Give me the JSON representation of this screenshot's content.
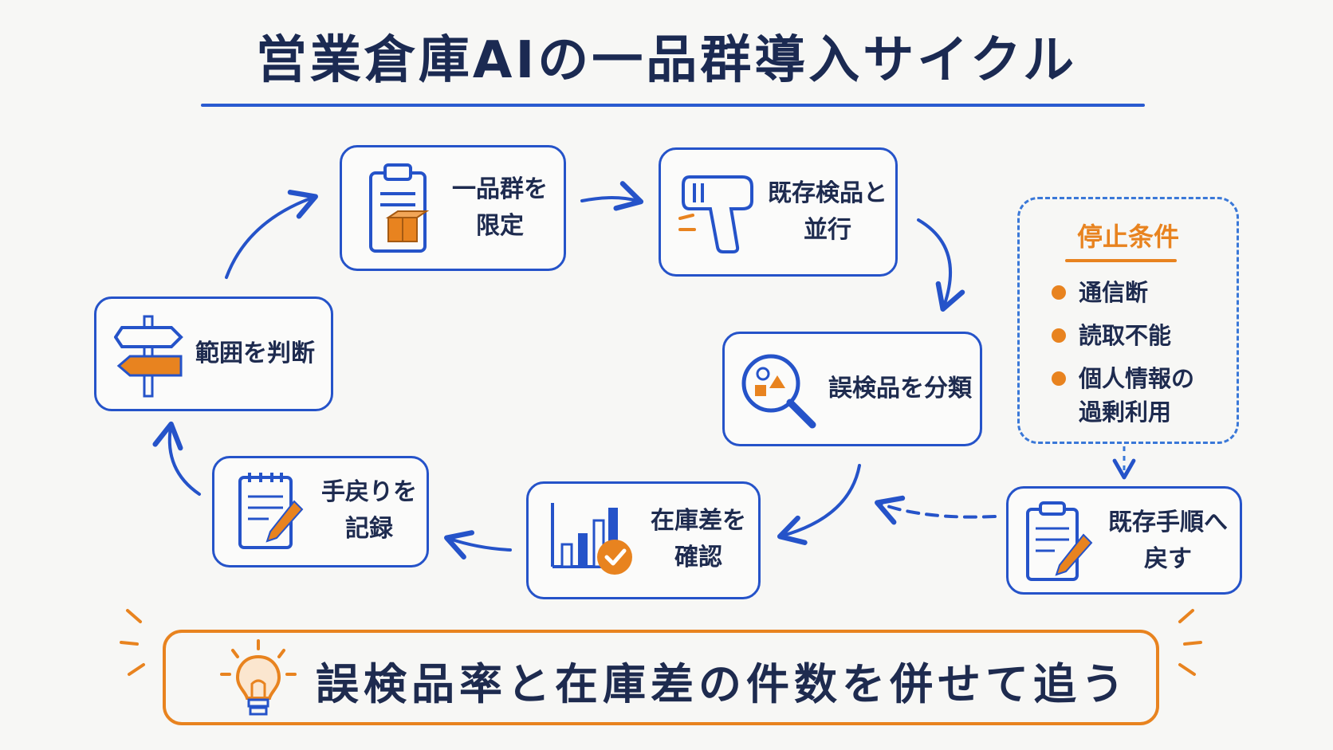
{
  "title": "営業倉庫AIの一品群導入サイクル",
  "colors": {
    "blue": "#2553c9",
    "orange": "#e8831f",
    "text": "#1e2b4f"
  },
  "steps": [
    {
      "icon": "clipboard-box-icon",
      "line1": "一品群を",
      "line2": "限定"
    },
    {
      "icon": "barcode-scanner-icon",
      "line1": "既存検品と",
      "line2": "並行"
    },
    {
      "icon": "magnifier-shapes-icon",
      "line1": "誤検品を分類",
      "line2": ""
    },
    {
      "icon": "bar-chart-check-icon",
      "line1": "在庫差を",
      "line2": "確認"
    },
    {
      "icon": "notepad-pencil-icon",
      "line1": "手戻りを",
      "line2": "記録"
    },
    {
      "icon": "signpost-icon",
      "line1": "範囲を判断",
      "line2": ""
    }
  ],
  "stop_conditions": {
    "title": "停止条件",
    "items": [
      "通信断",
      "読取不能",
      "個人情報の",
      "過剰利用"
    ]
  },
  "fallback": {
    "icon": "clipboard-pencil-icon",
    "line1": "既存手順へ",
    "line2": "戻す"
  },
  "banner": {
    "icon": "lightbulb-icon",
    "text": "誤検品率と在庫差の件数を併せて追う"
  }
}
